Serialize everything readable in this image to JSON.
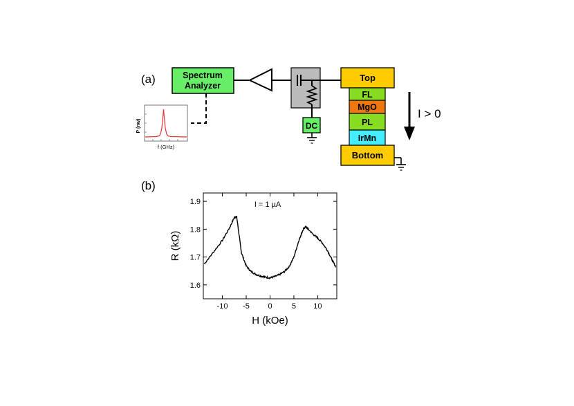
{
  "panel_a": {
    "label": "(a)",
    "spectrum_analyzer": {
      "line1": "Spectrum",
      "line2": "Analyzer",
      "fill": "#66ee66"
    },
    "dc_source": {
      "label": "DC",
      "fill": "#66ee66"
    },
    "bias_tee_fill": "#bbbbbb",
    "stack": {
      "top": {
        "label": "Top",
        "fill": "#ffcc00"
      },
      "layers": [
        {
          "label": "FL",
          "fill": "#88dd22"
        },
        {
          "label": "MgO",
          "fill": "#ee7711"
        },
        {
          "label": "PL",
          "fill": "#88dd22"
        },
        {
          "label": "IrMn",
          "fill": "#44eeff"
        }
      ],
      "bottom": {
        "label": "Bottom",
        "fill": "#ffcc00"
      }
    },
    "current_label": "I > 0",
    "inset": {
      "ylabel": "P (nw)",
      "xlabel": "f (GHz)",
      "line_color": "#ee3333"
    }
  },
  "panel_b": {
    "label": "(b)",
    "chart_data": {
      "type": "line",
      "xlabel": "H (kOe)",
      "ylabel": "R (kΩ)",
      "annotation": "I = 1 µA",
      "xlim": [
        -14,
        14
      ],
      "ylim": [
        1.55,
        1.93
      ],
      "xticks": [
        -10,
        -5,
        0,
        5,
        10
      ],
      "yticks": [
        1.6,
        1.7,
        1.8,
        1.9
      ],
      "grid": false,
      "series": [
        {
          "x": [
            -13.8,
            -12,
            -10,
            -8.5,
            -7.5,
            -7,
            -6.5,
            -6,
            -5,
            -4,
            -3,
            -2,
            -1,
            0,
            1,
            2,
            3,
            4,
            5,
            6,
            6.5,
            7,
            7.5,
            8,
            9,
            10,
            11,
            12,
            13,
            13.8
          ],
          "y": [
            1.675,
            1.715,
            1.76,
            1.805,
            1.842,
            1.845,
            1.78,
            1.715,
            1.668,
            1.648,
            1.638,
            1.632,
            1.628,
            1.625,
            1.63,
            1.637,
            1.648,
            1.665,
            1.7,
            1.757,
            1.78,
            1.8,
            1.81,
            1.8,
            1.782,
            1.768,
            1.75,
            1.725,
            1.69,
            1.665
          ]
        }
      ]
    }
  }
}
